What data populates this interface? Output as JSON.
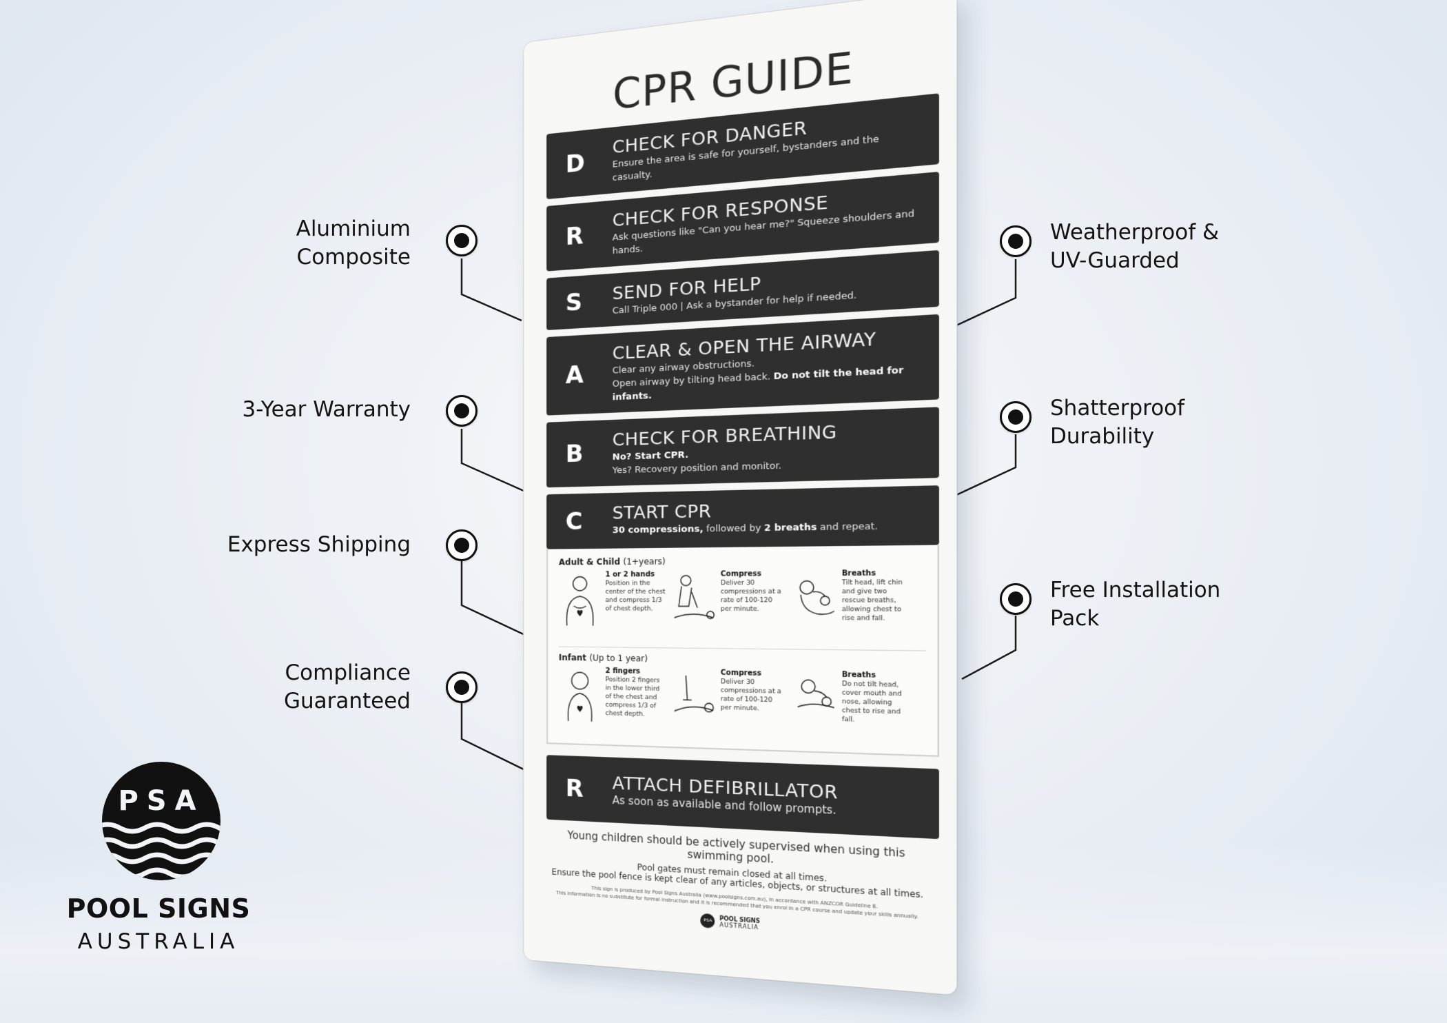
{
  "features_left": [
    {
      "label": "Aluminium\nComposite"
    },
    {
      "label": "3-Year Warranty"
    },
    {
      "label": "Express Shipping"
    },
    {
      "label": "Compliance\nGuaranteed"
    }
  ],
  "features_right": [
    {
      "label": "Weatherproof &\nUV-Guarded"
    },
    {
      "label": "Shatterproof\nDurability"
    },
    {
      "label": "Free Installation\nPack"
    }
  ],
  "sign": {
    "title": "CPR GUIDE",
    "steps": [
      {
        "letter": "D",
        "title": "CHECK FOR DANGER",
        "desc": "Ensure the area is safe for yourself, bystanders and the casualty."
      },
      {
        "letter": "R",
        "title": "CHECK FOR RESPONSE",
        "desc": "Ask questions like \"Can you hear me?\" Squeeze shoulders and hands."
      },
      {
        "letter": "S",
        "title": "SEND FOR HELP",
        "desc": "Call Triple 000 | Ask a bystander for help if needed."
      },
      {
        "letter": "A",
        "title": "CLEAR & OPEN THE AIRWAY",
        "desc": "Clear any airway obstructions.",
        "desc2": "Open airway by tilting head back.",
        "desc2_bold": "Do not tilt the head for infants."
      },
      {
        "letter": "B",
        "title": "CHECK FOR BREATHING",
        "desc_bold": "No? Start CPR.",
        "desc": "Yes? Recovery position and monitor."
      },
      {
        "letter": "C",
        "title": "START CPR",
        "desc_bold": "30 compressions,",
        "desc_mid": "followed by",
        "desc_bold2": "2 breaths",
        "desc": "and repeat."
      }
    ],
    "cpr": {
      "adult": {
        "title": "Adult & Child",
        "subtitle": "(1+years)",
        "hands_title": "1 or 2 hands",
        "hands_text": "Position in the center of the chest and compress 1/3 of chest depth.",
        "compress_title": "Compress",
        "compress_text": "Deliver 30 compressions at a rate of 100-120 per minute.",
        "breaths_title": "Breaths",
        "breaths_text": "Tilt head, lift chin and give two rescue breaths, allowing chest to rise and fall."
      },
      "infant": {
        "title": "Infant",
        "subtitle": "(Up to 1 year)",
        "hands_title": "2 fingers",
        "hands_text": "Position 2 fingers in the lower third of the chest and compress 1/3 of chest depth.",
        "compress_title": "Compress",
        "compress_text": "Deliver 30 compressions at a rate of 100-120 per minute.",
        "breaths_title": "Breaths",
        "breaths_text": "Do not tilt head, cover mouth and nose, allowing chest to rise and fall."
      }
    },
    "final_step": {
      "letter": "R",
      "title": "ATTACH DEFIBRILLATOR",
      "desc": "As soon as available and follow prompts."
    },
    "note1": "Young children should be actively supervised when using this swimming pool.",
    "note2": "Pool gates must remain closed at all times.",
    "note3": "Ensure the pool fence is kept clear of any articles, objects, or structures at all times.",
    "fine1": "This sign is produced by Pool Signs Australia (www.poolsigns.com.au), in accordance with ANZCOR Guideline 8.",
    "fine2": "This information is no substitute for formal instruction and it is recommended that you enrol in a CPR course and update your skills annually.",
    "mini_logo_mark": "PSA",
    "mini_logo_name": "POOL SIGNS",
    "mini_logo_sub": "AUSTRALIA"
  },
  "brand": {
    "mark": "PSA",
    "name": "POOL SIGNS",
    "sub": "AUSTRALIA"
  }
}
